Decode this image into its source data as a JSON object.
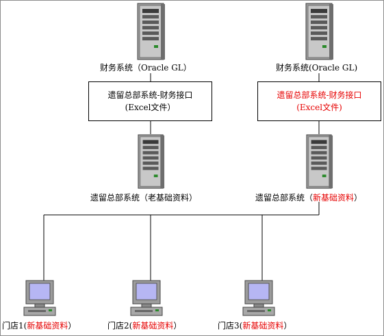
{
  "colors": {
    "highlight": "#e60000",
    "line": "#000000"
  },
  "left_column": {
    "top_server_label": "财务系统（Oracle GL）",
    "interface_box_line1": "遗留总部系统-财务接口",
    "interface_box_line2": "(Excel文件）",
    "mid_server_label_prefix": "遗留总部系统（",
    "mid_server_label_highlight": "老基础资料",
    "mid_server_label_suffix": "）"
  },
  "right_column": {
    "top_server_label": "财务系统(Oracle GL)",
    "interface_box_line1": "遗留总部系统-财务接口",
    "interface_box_line2": "(Excel文件)",
    "mid_server_label_prefix": "遗留总部系统（",
    "mid_server_label_highlight": "新基础资料",
    "mid_server_label_suffix": "）"
  },
  "stores": [
    {
      "prefix": "门店1(",
      "highlight": "新基础资料",
      "suffix": "）"
    },
    {
      "prefix": "门店2(",
      "highlight": "新基础资料",
      "suffix": "）"
    },
    {
      "prefix": "门店3(",
      "highlight": "新基础资料",
      "suffix": "）"
    }
  ],
  "icons": {
    "server": "server-tower-icon",
    "client": "desktop-computer-icon"
  }
}
